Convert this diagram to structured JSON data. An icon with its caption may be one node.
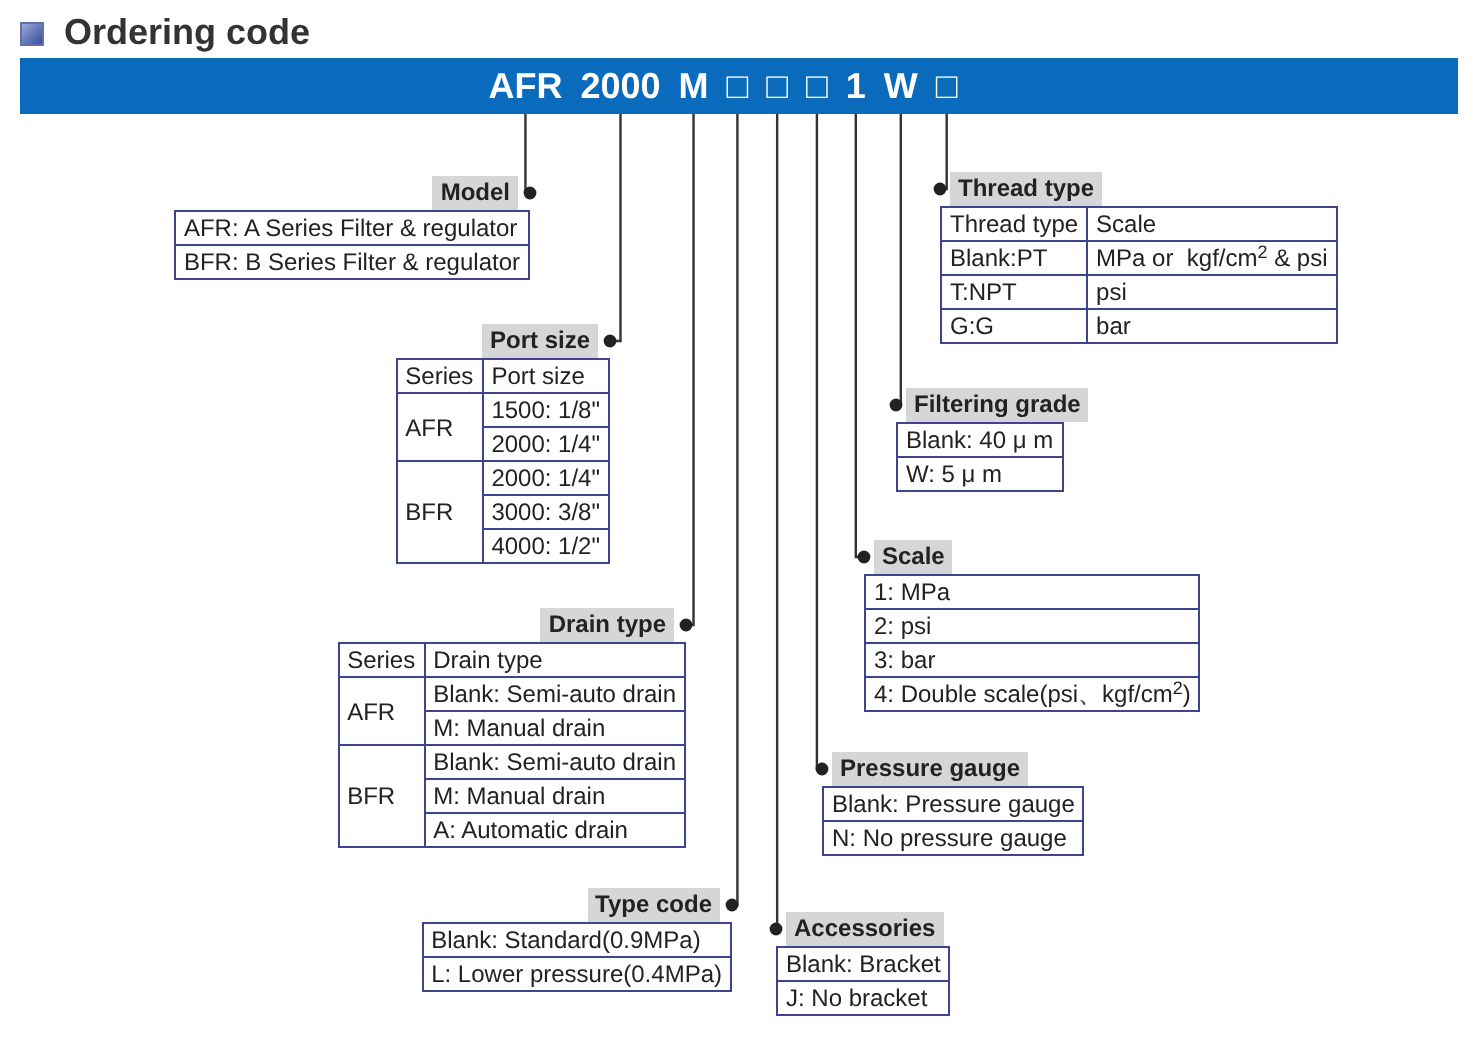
{
  "diagram": {
    "title": "Ordering code",
    "nodes": [
      {
        "text": [],
        "shape": "bar"
      },
      {
        "text": [
          "AFR"
        ],
        "in": 0
      },
      {
        "text": [
          "2000"
        ],
        "in": 0
      },
      {
        "text": [
          "M"
        ],
        "in": 0
      },
      {
        "text": [
          "□"
        ],
        "in": 0
      },
      {
        "text": [
          "□"
        ],
        "in": 0
      },
      {
        "text": [
          "□"
        ],
        "in": 0
      },
      {
        "text": [
          "1"
        ],
        "in": 0
      },
      {
        "text": [
          "W"
        ],
        "in": 0
      },
      {
        "text": [
          "□"
        ],
        "in": 0
      },
      {
        "text": [
          "Model",
          "AFR: A Series Filter & regulator",
          "BFR: B Series Filter & regulator"
        ]
      },
      {
        "text": [
          "Port size",
          "Series",
          "Port size",
          "AFR",
          "1500: 1/8\"",
          "2000: 1/4\"",
          "BFR",
          "2000: 1/4\"",
          "3000: 3/8\"",
          "4000: 1/2\""
        ]
      },
      {
        "text": [
          "Drain type",
          "Series",
          "Drain type",
          "AFR",
          "Blank: Semi-auto drain",
          "M: Manual drain",
          "BFR",
          "Blank: Semi-auto drain",
          "M: Manual drain",
          "A: Automatic drain"
        ]
      },
      {
        "text": [
          "Type code",
          "Blank: Standard(0.9MPa)",
          "L: Lower pressure(0.4MPa)"
        ]
      },
      {
        "text": [
          "Accessories",
          "Blank: Bracket",
          "J: No bracket"
        ]
      },
      {
        "text": [
          "Pressure gauge",
          "Blank: Pressure gauge",
          "N: No pressure gauge"
        ]
      },
      {
        "text": [
          "Scale",
          "1: MPa",
          "2: psi",
          "3: bar",
          "4: Double scale(psi、kgf/cm$^{2}$)"
        ]
      },
      {
        "text": [
          "Filtering grade",
          "Blank: 40 μ m",
          "W: 5 μ m"
        ]
      },
      {
        "text": [
          "Thread type",
          "Thread type",
          "Scale",
          "Blank:PT",
          "MPa or  kgf/cm$^{2}$ & psi",
          "T:NPT",
          "psi",
          "G:G",
          "bar"
        ]
      }
    ],
    "edges": [
      {
        "from": 1,
        "to": 10,
        "arrow": "other"
      },
      {
        "from": 2,
        "to": 11,
        "arrow": "other"
      },
      {
        "from": 3,
        "to": 12,
        "arrow": "other"
      },
      {
        "from": 4,
        "to": 13,
        "arrow": "other"
      },
      {
        "from": 5,
        "to": 14,
        "arrow": "other"
      },
      {
        "from": 6,
        "to": 15,
        "arrow": "other"
      },
      {
        "from": 7,
        "to": 16,
        "arrow": "other"
      },
      {
        "from": 8,
        "to": 17,
        "arrow": "other"
      },
      {
        "from": 9,
        "to": 18,
        "arrow": "other"
      }
    ]
  }
}
